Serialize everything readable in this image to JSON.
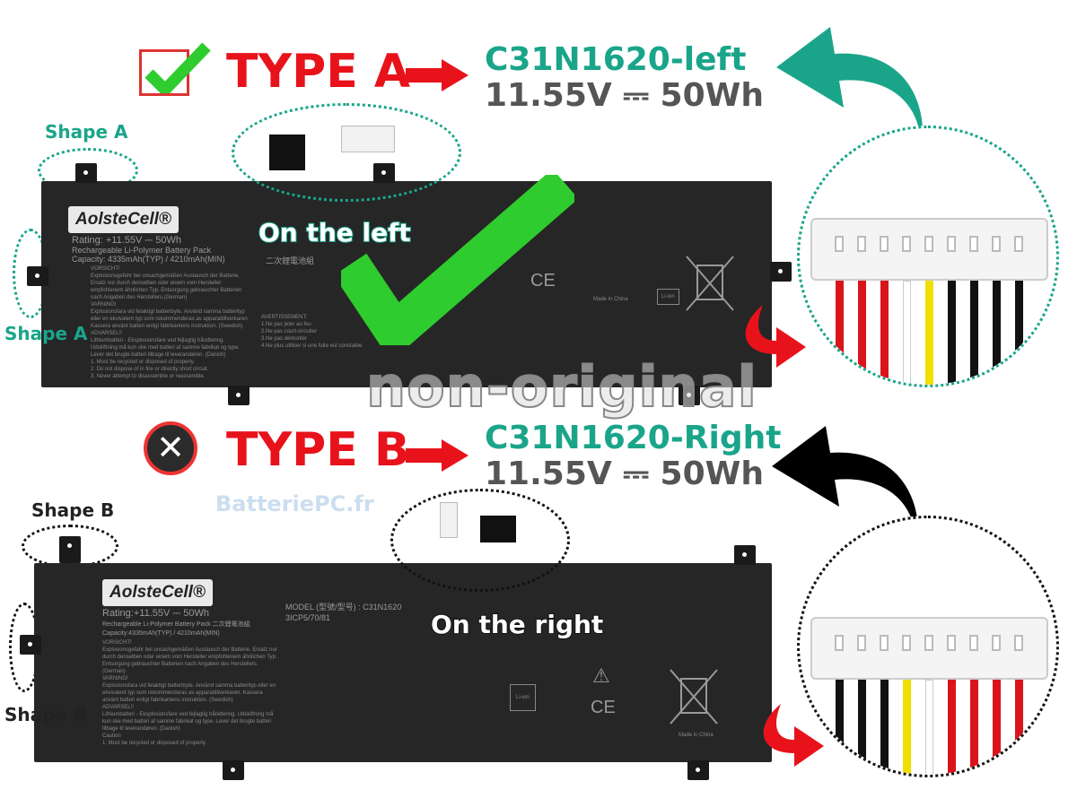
{
  "type_a": {
    "title": "TYPE A",
    "model": "C31N1620-left",
    "spec": "11.55V ⎓ 50Wh",
    "shape_label": "Shape A",
    "position_label": "On the left",
    "status": "correct",
    "accent": "#1aa58a"
  },
  "type_b": {
    "title": "TYPE B",
    "model": "C31N1620-Right",
    "spec": "11.55V ⎓ 50Wh",
    "shape_label": "Shape B",
    "position_label": "On the right",
    "status": "wrong",
    "accent": "#111111"
  },
  "battery_a": {
    "brand": "AolsteCell®",
    "rating": "Rating: +11.55V ⎓ 50Wh",
    "desc": "Rechargeable Li-Polymer Battery Pack",
    "capacity": "Capacity: 4335mAh(TYP) / 4210mAh(MIN)",
    "cn": "二次鋰電池組",
    "warnings": [
      "VORSICHT!",
      "Explosionsgefahr bei unsachgemäßen Austausch der Batterie. Ersatz nur durch denselben oder einem vom Hersteller empfohlenem ähnlichen Typ. Entsorgung gebrauchter Batterien nach Angaben des Herstellers.(German)",
      "VARNING!",
      "Explosionsfara vid felaktigt batteribyte. Använd samma batterityp eller en ekvivalent typ som rekommenderas av apparattillverkaren. Kassera använt batteri enligt fabrikantens instruktion. (Swedish)",
      "ADVARSEL!!",
      "Lithiumbatteri - Eksplosionsfare ved fejlagtig håndtering. Udskiftning må kun ske med batteri af samme fabrikat og type. Lever det brugte batteri tilbage til leverandøren. (Danish)"
    ],
    "caution": [
      "1. Must be recycled or disposed of properly.",
      "2. Do not dispose of in fire or directly short circuit.",
      "3. Never attempt to disassemble or reassemble."
    ],
    "avert": [
      "AVERTISSEMENT:",
      "1.Ne pas jeter au feu",
      "2.Ne pas court-circuiter",
      "3.Ne pas démonter",
      "4.Ne plus utiliser si une fuite est constatée"
    ],
    "made_in": "Made in China",
    "li_ion": "Li-ion"
  },
  "battery_b": {
    "brand": "AolsteCell®",
    "rating": "Rating:+11.55V ⎓ 50Wh",
    "desc": "Rechargeable Li-Polymer Battery Pack 二次鋰電池組",
    "capacity": "Capacity:4335mAh(TYP) / 4210mAh(MIN)",
    "model_line": "MODEL (型號/型号) : C31N1620",
    "cells": "3ICP5/70/81",
    "caution_title": "Caution",
    "made_in": "Made in China",
    "li_ion": "Li-ion"
  },
  "watermark": {
    "main": "non-original",
    "site": "BatteriePC.fr"
  },
  "colors": {
    "red": "#e8121b",
    "green": "#1aa58a",
    "check": "#2ecc2e"
  }
}
